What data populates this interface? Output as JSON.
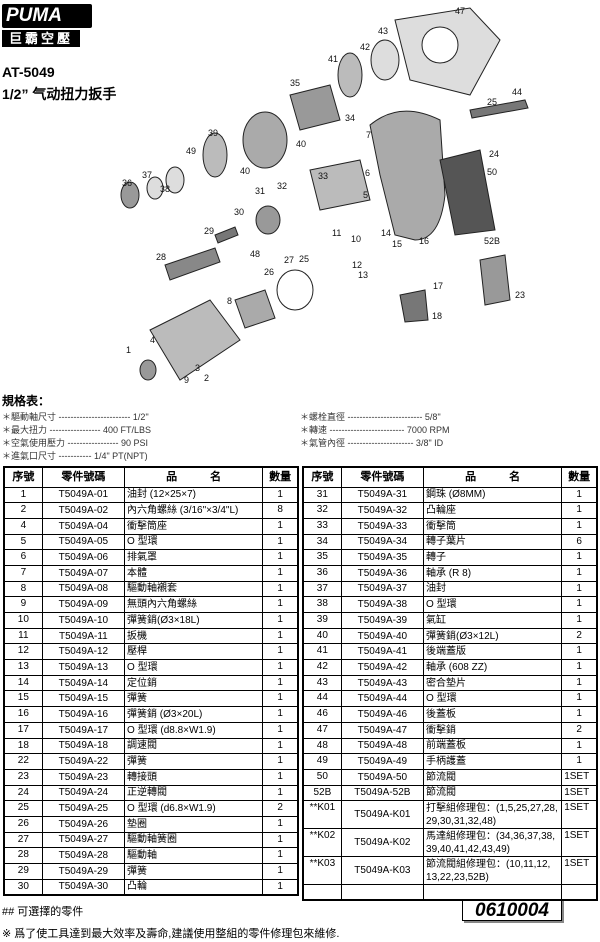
{
  "logo": {
    "brand": "PUMA",
    "chinese": "巨霸空壓"
  },
  "model": "AT-5049",
  "subtitle": "1/2” 气动扭力扳手",
  "callouts": [
    "47",
    "43",
    "42",
    "41",
    "35",
    "34",
    "40",
    "39",
    "49",
    "40",
    "36",
    "37",
    "38",
    "33",
    "31",
    "32",
    "30",
    "29",
    "28",
    "48",
    "26",
    "27",
    "25",
    "8",
    "4",
    "1",
    "9",
    "2",
    "3",
    "7",
    "6",
    "5",
    "11",
    "10",
    "12",
    "13",
    "14",
    "15",
    "16",
    "17",
    "18",
    "50",
    "24",
    "44",
    "25",
    "52B",
    "23"
  ],
  "specs": {
    "title": "規格表：",
    "items": [
      "＊驅動軸尺寸 ------------------------ 1/2\"",
      "＊最大扭力 ----------------- 400 FT/LBS",
      "＊空氣使用壓力 ----------------- 90 PSI",
      "＊進氣口尺寸 ----------- 1/4\" PT(NPT)",
      "＊螺栓直徑 ------------------------- 5/8\"",
      "＊轉速 ------------------------- 7000 RPM",
      "＊氣管內徑 ---------------------- 3/8\" ID"
    ]
  },
  "table": {
    "headers": [
      "序號",
      "零件號碼",
      "品　　　名",
      "數量"
    ],
    "left": [
      [
        "1",
        "T5049A-01",
        "油封 (12×25×7)",
        "1"
      ],
      [
        "2",
        "T5049A-02",
        "內六角螺絲 (3/16\"×3/4\"L)",
        "8"
      ],
      [
        "4",
        "T5049A-04",
        "衝擊筒座",
        "1"
      ],
      [
        "5",
        "T5049A-05",
        "O 型環",
        "1"
      ],
      [
        "6",
        "T5049A-06",
        "排氣罩",
        "1"
      ],
      [
        "7",
        "T5049A-07",
        "本體",
        "1"
      ],
      [
        "8",
        "T5049A-08",
        "驅動軸襯套",
        "1"
      ],
      [
        "9",
        "T5049A-09",
        "無頭內六角螺絲",
        "1"
      ],
      [
        "10",
        "T5049A-10",
        "彈簧銷(Ø3×18L)",
        "1"
      ],
      [
        "11",
        "T5049A-11",
        "扳機",
        "1"
      ],
      [
        "12",
        "T5049A-12",
        "壓桿",
        "1"
      ],
      [
        "13",
        "T5049A-13",
        "O 型環",
        "1"
      ],
      [
        "14",
        "T5049A-14",
        "定位銷",
        "1"
      ],
      [
        "15",
        "T5049A-15",
        "彈簧",
        "1"
      ],
      [
        "16",
        "T5049A-16",
        "彈簧銷 (Ø3×20L)",
        "1"
      ],
      [
        "17",
        "T5049A-17",
        "O 型環 (d8.8×W1.9)",
        "1"
      ],
      [
        "18",
        "T5049A-18",
        "調速閥",
        "1"
      ],
      [
        "22",
        "T5049A-22",
        "彈簧",
        "1"
      ],
      [
        "23",
        "T5049A-23",
        "轉接頭",
        "1"
      ],
      [
        "24",
        "T5049A-24",
        "正逆轉閥",
        "1"
      ],
      [
        "25",
        "T5049A-25",
        "O 型環 (d6.8×W1.9)",
        "2"
      ],
      [
        "26",
        "T5049A-26",
        "墊圈",
        "1"
      ],
      [
        "27",
        "T5049A-27",
        "驅動軸簧圈",
        "1"
      ],
      [
        "28",
        "T5049A-28",
        "驅動軸",
        "1"
      ],
      [
        "29",
        "T5049A-29",
        "彈簧",
        "1"
      ],
      [
        "30",
        "T5049A-30",
        "凸輪",
        "1"
      ]
    ],
    "right": [
      [
        "31",
        "T5049A-31",
        "鋼珠 (Ø8MM)",
        "1"
      ],
      [
        "32",
        "T5049A-32",
        "凸輪座",
        "1"
      ],
      [
        "33",
        "T5049A-33",
        "衝擊筒",
        "1"
      ],
      [
        "34",
        "T5049A-34",
        "轉子葉片",
        "6"
      ],
      [
        "35",
        "T5049A-35",
        "轉子",
        "1"
      ],
      [
        "36",
        "T5049A-36",
        "軸承 (R 8)",
        "1"
      ],
      [
        "37",
        "T5049A-37",
        "油封",
        "1"
      ],
      [
        "38",
        "T5049A-38",
        "O 型環",
        "1"
      ],
      [
        "39",
        "T5049A-39",
        "氣缸",
        "1"
      ],
      [
        "40",
        "T5049A-40",
        "彈簧銷(Ø3×12L)",
        "2"
      ],
      [
        "41",
        "T5049A-41",
        "後端蓋版",
        "1"
      ],
      [
        "42",
        "T5049A-42",
        "軸承 (608 ZZ)",
        "1"
      ],
      [
        "43",
        "T5049A-43",
        "密合墊片",
        "1"
      ],
      [
        "44",
        "T5049A-44",
        "O 型環",
        "1"
      ],
      [
        "46",
        "T5049A-46",
        "後蓋板",
        "1"
      ],
      [
        "47",
        "T5049A-47",
        "衝擊銷",
        "2"
      ],
      [
        "48",
        "T5049A-48",
        "前端蓋板",
        "1"
      ],
      [
        "49",
        "T5049A-49",
        "手柄護蓋",
        "1"
      ],
      [
        "50",
        "T5049A-50",
        "節流閥",
        "1SET"
      ],
      [
        "52B",
        "T5049A-52B",
        "節流閥",
        "1SET"
      ],
      [
        "**K01",
        "T5049A-K01",
        "打擊組修理包：(1,5,25,27,28, 29,30,31,32,48)",
        "1SET"
      ],
      [
        "**K02",
        "T5049A-K02",
        "馬達組修理包：(34,36,37,38, 39,40,41,42,43,49)",
        "1SET"
      ],
      [
        "**K03",
        "T5049A-K03",
        "節流閥組修理包：(10,11,12, 13,22,23,52B)",
        "1SET"
      ],
      [
        "",
        "",
        "",
        ""
      ]
    ]
  },
  "footer": {
    "optional_note": "## 可選擇的零件",
    "doc_code": "0610004",
    "advice": "※ 爲了使工具達到最大效率及壽命,建議使用整組的零件修理包來維修."
  }
}
